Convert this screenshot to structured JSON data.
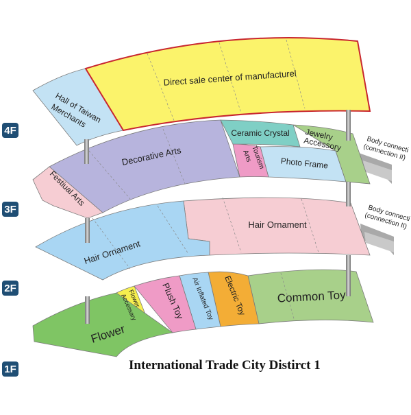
{
  "title": "International  Trade City Distirct 1",
  "floors": {
    "f1": "1F",
    "f2": "2F",
    "f3": "3F",
    "f4": "4F"
  },
  "zones": {
    "direct_sale": "Direct sale center of manufacturel",
    "hall_taiwan_1": "Hall of Taiwan",
    "hall_taiwan_2": "Merchants",
    "decorative_arts": "Decorative Arts",
    "festival_arts": "Festiual Arts",
    "ceramic_crystal": "Ceramic Crystal",
    "jewelry_1": "Jewelry",
    "jewelry_2": "Accessory",
    "tourism_1": "Tourism",
    "tourism_2": "Arts",
    "photo_frame": "Photo Frame",
    "hair_ornament_3f_left": "Hair Ornament",
    "hair_ornament_3f_right": "Hair Ornament",
    "flower": "Flower",
    "flower_acc_1": "Flower",
    "flower_acc_2": "Accessary",
    "plush_toy": "Plush Toy",
    "air_inflated_toy": "Air Inflated Toy",
    "electric_toy": "Electric Toy",
    "common_toy": "Common Toy"
  },
  "connections": {
    "upper_1": "Body connecti",
    "upper_2": "(connection II)",
    "lower_1": "Body connecti",
    "lower_2": "(connection II)"
  },
  "colors": {
    "floor_badge": "#1f4e74",
    "direct_sale": "#fbf36b",
    "direct_sale_border": "#c8262f",
    "hall_taiwan": "#c3e2f4",
    "decorative_arts": "#b7b4dd",
    "festival_arts": "#f6cdd3",
    "ceramic_crystal": "#7fcfc5",
    "jewelry": "#a8d08a",
    "tourism": "#ef9bc6",
    "photo_frame": "#c3e2f4",
    "hair_ornament_left": "#a9d6f3",
    "hair_ornament_right": "#f6cdd3",
    "flower": "#7fc564",
    "flower_accessary": "#f6ef4e",
    "plush_toy": "#ef9bc6",
    "air_inflated_toy": "#a9d6f3",
    "electric_toy": "#f3ad36",
    "common_toy": "#a8d08a"
  }
}
